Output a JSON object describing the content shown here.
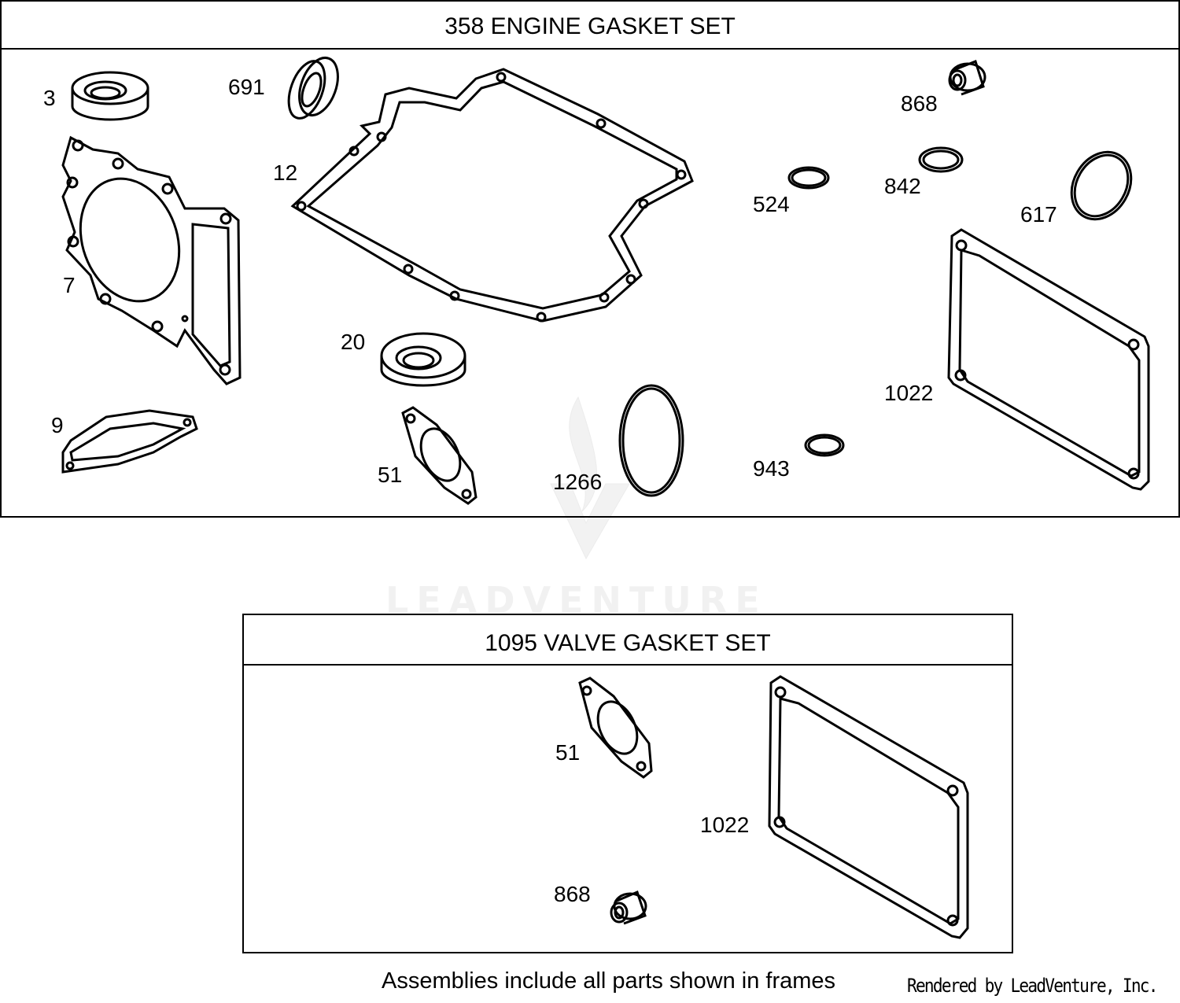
{
  "watermark": "LEADVENTURE",
  "engine_set": {
    "title": "358 ENGINE GASKET SET",
    "callouts": {
      "c3": "3",
      "c691": "691",
      "c12": "12",
      "c868": "868",
      "c842": "842",
      "c524": "524",
      "c617": "617",
      "c7": "7",
      "c20": "20",
      "c1022": "1022",
      "c9": "9",
      "c51": "51",
      "c1266": "1266",
      "c943": "943"
    }
  },
  "valve_set": {
    "title": "1095 VALVE GASKET SET",
    "callouts": {
      "c51": "51",
      "c1022": "1022",
      "c868": "868"
    }
  },
  "footnote": "Assemblies include all parts shown in frames",
  "credit": "Rendered by LeadVenture, Inc."
}
